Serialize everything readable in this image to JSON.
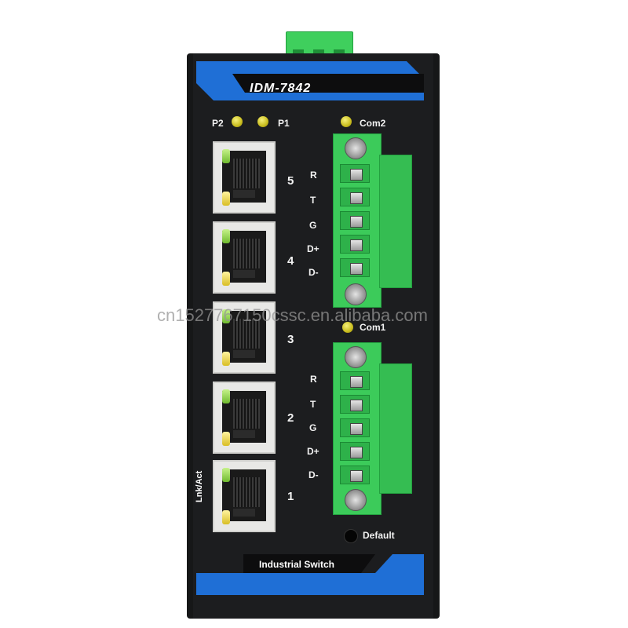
{
  "device": {
    "model": "IDM-7842",
    "footer_label": "Industrial Switch",
    "lnk_act_label": "Lnk/Act",
    "default_label": "Default",
    "power_leds": [
      {
        "label": "P2"
      },
      {
        "label": "P1"
      }
    ],
    "com_labels": {
      "com2": "Com2",
      "com1": "Com1"
    },
    "ports": [
      {
        "number": "5"
      },
      {
        "number": "4"
      },
      {
        "number": "3"
      },
      {
        "number": "2"
      },
      {
        "number": "1"
      }
    ],
    "terminal_pins": [
      "R",
      "T",
      "G",
      "D+",
      "D-"
    ]
  },
  "watermark": "cn1527767150cssc.en.alibaba.com",
  "colors": {
    "body": "#161718",
    "accent_blue": "#1f6fd6",
    "terminal_green": "#3ccb5a",
    "led_yellow": "#c9bd1e",
    "led_green": "#6fba2e"
  }
}
